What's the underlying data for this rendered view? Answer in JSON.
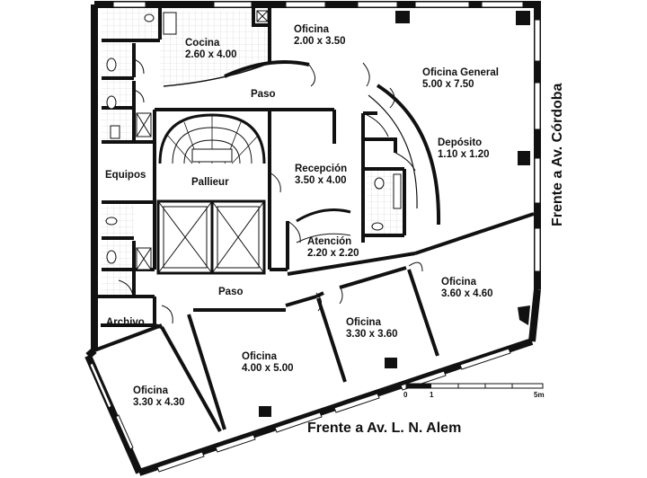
{
  "rooms": [
    {
      "id": "cocina",
      "name": "Cocina",
      "dims": "2.60 x 4.00"
    },
    {
      "id": "oficina-top",
      "name": "Oficina",
      "dims": "2.00 x 3.50"
    },
    {
      "id": "oficina-general",
      "name": "Oficina General",
      "dims": "5.00 x 7.50"
    },
    {
      "id": "paso-top",
      "name": "Paso",
      "dims": ""
    },
    {
      "id": "deposito",
      "name": "Depósito",
      "dims": "1.10 x 1.20"
    },
    {
      "id": "recepcion",
      "name": "Recepción",
      "dims": "3.50 x 4.00"
    },
    {
      "id": "equipos",
      "name": "Equipos",
      "dims": ""
    },
    {
      "id": "pallieur",
      "name": "Pallieur",
      "dims": ""
    },
    {
      "id": "atencion",
      "name": "Atención",
      "dims": "2.20 x 2.20"
    },
    {
      "id": "oficina-right",
      "name": "Oficina",
      "dims": "3.60 x 4.60"
    },
    {
      "id": "paso-bottom",
      "name": "Paso",
      "dims": ""
    },
    {
      "id": "oficina-mid",
      "name": "Oficina",
      "dims": "3.30 x 3.60"
    },
    {
      "id": "archivo",
      "name": "Archivo",
      "dims": ""
    },
    {
      "id": "oficina-center",
      "name": "Oficina",
      "dims": "4.00 x 5.00"
    },
    {
      "id": "oficina-left",
      "name": "Oficina",
      "dims": "3.30 x 4.30"
    }
  ],
  "streets": {
    "right": "Frente a Av. Córdoba",
    "bottom": "Frente a Av. L. N. Alem"
  },
  "scale": {
    "labels": [
      "0",
      "1",
      "5m"
    ]
  },
  "colors": {
    "wall": "#111111",
    "floor_tile": "#cfcfcf",
    "background": "#ffffff"
  }
}
